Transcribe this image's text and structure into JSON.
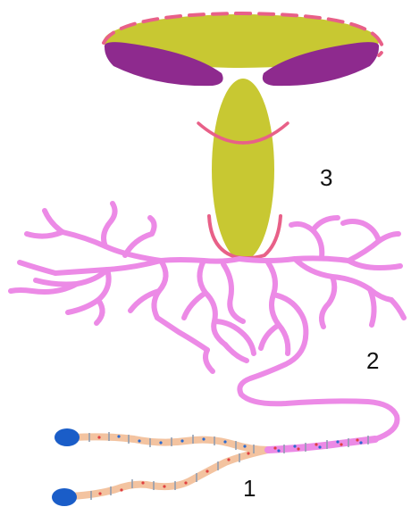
{
  "labels": {
    "one": "1",
    "two": "2",
    "three": "3"
  },
  "colors": {
    "cap": "#c8c832",
    "gills": "#8e2a8e",
    "ring": "#e86088",
    "mycelium": "#ec8ae6",
    "hypha_fill": "#f3c3a0",
    "spore": "#1a5dc8",
    "septum": "#8a9ab0"
  }
}
